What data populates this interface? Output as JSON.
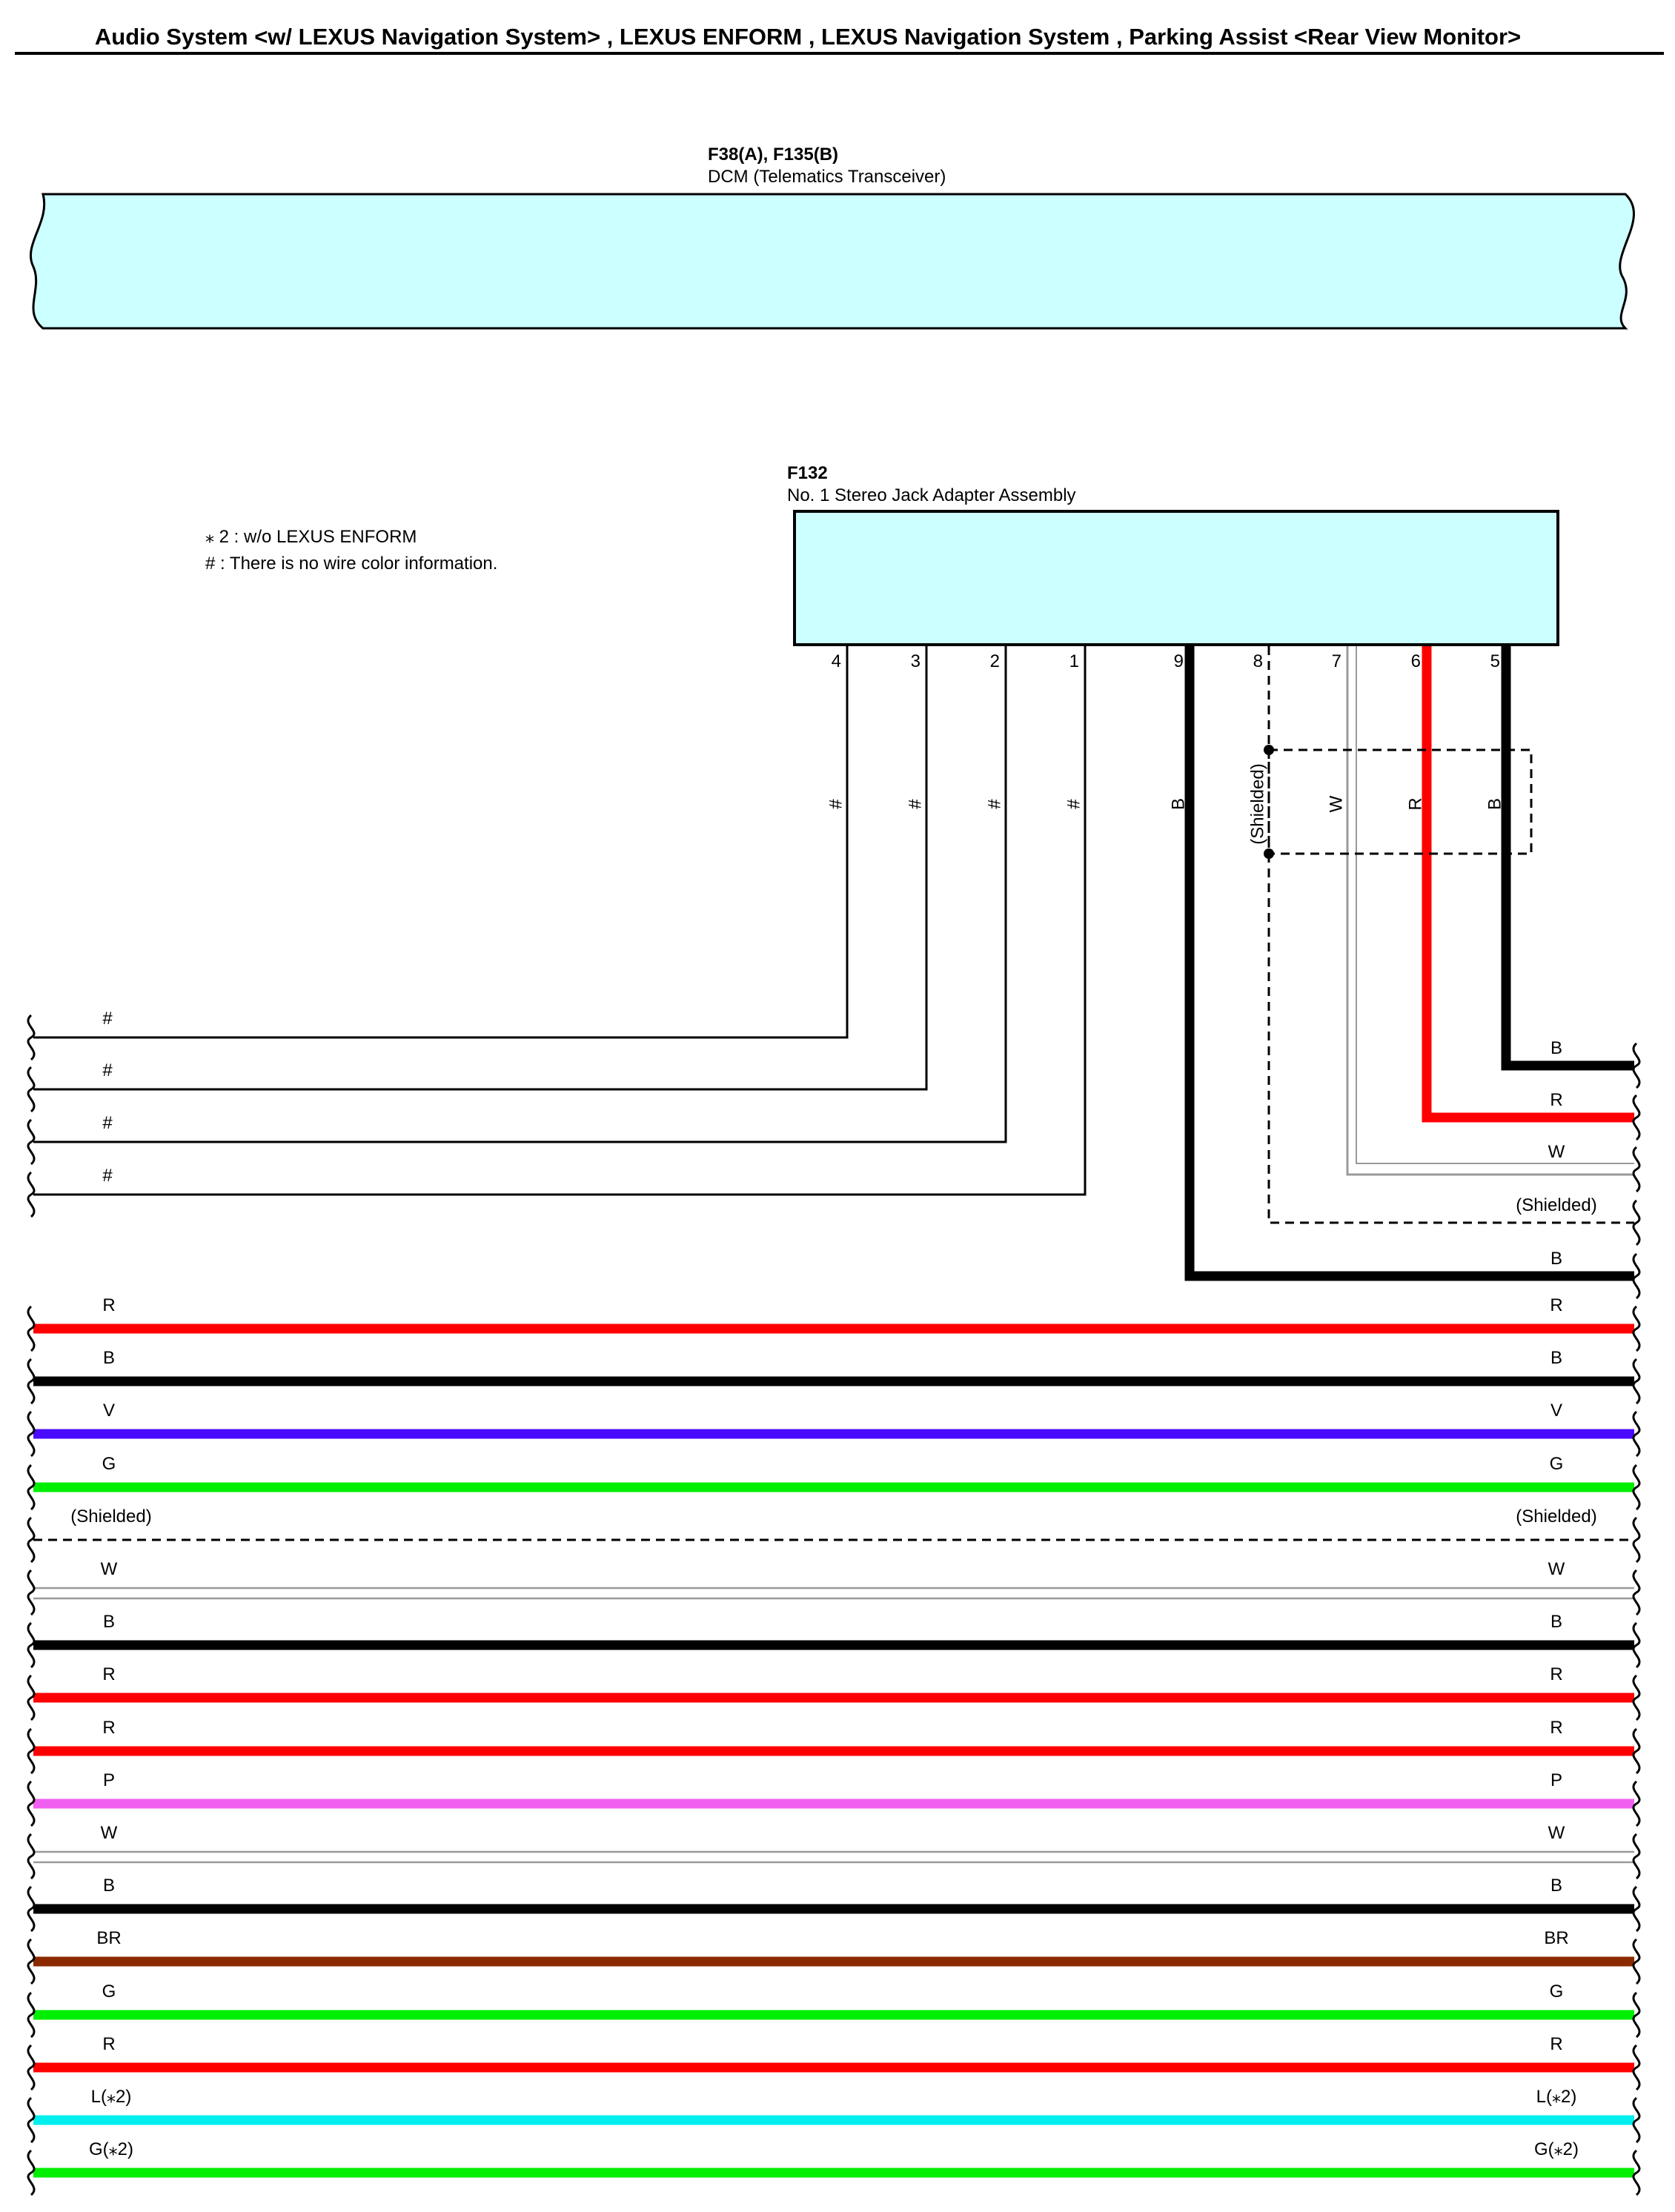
{
  "header": {
    "title": "Audio System <w/ LEXUS Navigation System> , LEXUS ENFORM , LEXUS Navigation System , Parking Assist <Rear View Monitor>"
  },
  "dcm": {
    "code": "F38(A), F135(B)",
    "name": "DCM (Telematics Transceiver)"
  },
  "notes": [
    "⁎ 2 : w/o LEXUS ENFORM",
    "# : There is no wire color information."
  ],
  "jack": {
    "code": "F132",
    "name": "No.  1 Stereo Jack Adapter Assembly",
    "pins": [
      {
        "pin": "4",
        "color_label": "#",
        "color": "#000000",
        "thick": false
      },
      {
        "pin": "3",
        "color_label": "#",
        "color": "#000000",
        "thick": false
      },
      {
        "pin": "2",
        "color_label": "#",
        "color": "#000000",
        "thick": false
      },
      {
        "pin": "1",
        "color_label": "#",
        "color": "#000000",
        "thick": false
      },
      {
        "pin": "9",
        "color_label": "B",
        "color": "#000000",
        "thick": true
      },
      {
        "pin": "8",
        "color_label": "(Shielded)",
        "color": "#000000",
        "thick": false,
        "dashed": true
      },
      {
        "pin": "7",
        "color_label": "W",
        "color": "#9a9a9a",
        "thick": false
      },
      {
        "pin": "6",
        "color_label": "R",
        "color": "#ff0000",
        "thick": true
      },
      {
        "pin": "5",
        "color_label": "B",
        "color": "#000000",
        "thick": true
      }
    ]
  },
  "left_hash_wires": [
    "#",
    "#",
    "#",
    "#"
  ],
  "right_branch_labels": [
    "B",
    "R",
    "W",
    "(Shielded)",
    "B"
  ],
  "through_wires": [
    {
      "left": "R",
      "right": "R",
      "color": "#ff0000"
    },
    {
      "left": "B",
      "right": "B",
      "color": "#000000"
    },
    {
      "left": "V",
      "right": "V",
      "color": "#4a0aff"
    },
    {
      "left": "G",
      "right": "G",
      "color": "#00ee00"
    },
    {
      "left": "(Shielded)",
      "right": "(Shielded)",
      "color": "#000000",
      "style": "dashed"
    },
    {
      "left": "W",
      "right": "W",
      "color": "#9a9a9a",
      "style": "double"
    },
    {
      "left": "B",
      "right": "B",
      "color": "#000000"
    },
    {
      "left": "R",
      "right": "R",
      "color": "#ff0000"
    },
    {
      "left": "R",
      "right": "R",
      "color": "#ff0000"
    },
    {
      "left": "P",
      "right": "P",
      "color": "#f060f0"
    },
    {
      "left": "W",
      "right": "W",
      "color": "#9a9a9a",
      "style": "double"
    },
    {
      "left": "B",
      "right": "B",
      "color": "#000000"
    },
    {
      "left": "BR",
      "right": "BR",
      "color": "#8b2a00"
    },
    {
      "left": "G",
      "right": "G",
      "color": "#00ee00"
    },
    {
      "left": "R",
      "right": "R",
      "color": "#ff0000"
    },
    {
      "left": "L(⁎2)",
      "right": "L(⁎2)",
      "color": "#00eeee"
    },
    {
      "left": "G(⁎2)",
      "right": "G(⁎2)",
      "color": "#00ee00"
    }
  ]
}
